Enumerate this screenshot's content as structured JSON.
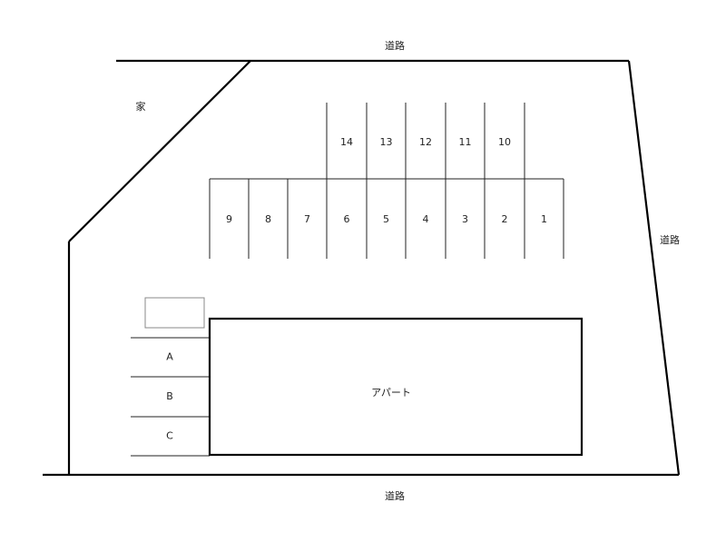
{
  "labels": {
    "road_top": "道路",
    "road_right": "道路",
    "road_bottom": "道路",
    "house": "家",
    "apartment": "アパート"
  },
  "parking_top_row": [
    "14",
    "13",
    "12",
    "11",
    "10"
  ],
  "parking_bottom_row": [
    "9",
    "8",
    "7",
    "6",
    "5",
    "4",
    "3",
    "2",
    "1"
  ],
  "parking_side": [
    "A",
    "B",
    "C"
  ],
  "colors": {
    "line": "#000000",
    "light_line": "#555555",
    "box": "#888888"
  }
}
